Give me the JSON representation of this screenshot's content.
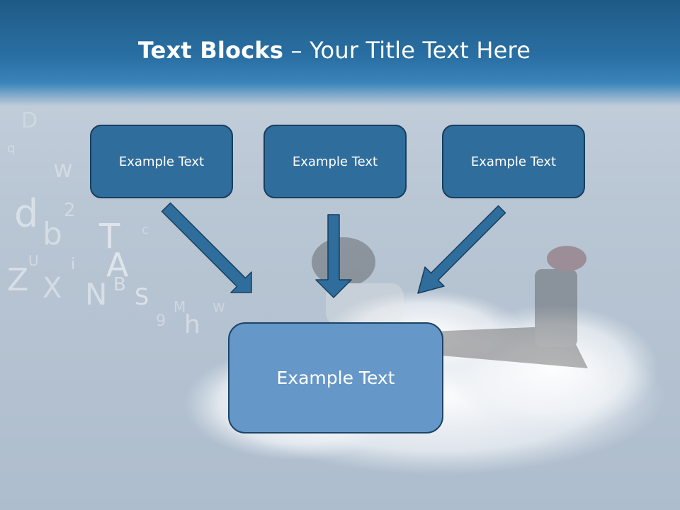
{
  "title": {
    "bold_part": "Text Blocks",
    "dash": " – ",
    "regular_part": "Your Title Text Here"
  },
  "blocks": [
    {
      "label": "Example Text"
    },
    {
      "label": "Example Text"
    },
    {
      "label": "Example Text"
    }
  ],
  "target_block": {
    "label": "Example Text"
  },
  "colors": {
    "header": "#2a70a4",
    "small_box_fill": "#2f6d9c",
    "small_box_border": "#173e5e",
    "big_box_fill": "#6597c9",
    "arrow": "#2f6d9c"
  }
}
